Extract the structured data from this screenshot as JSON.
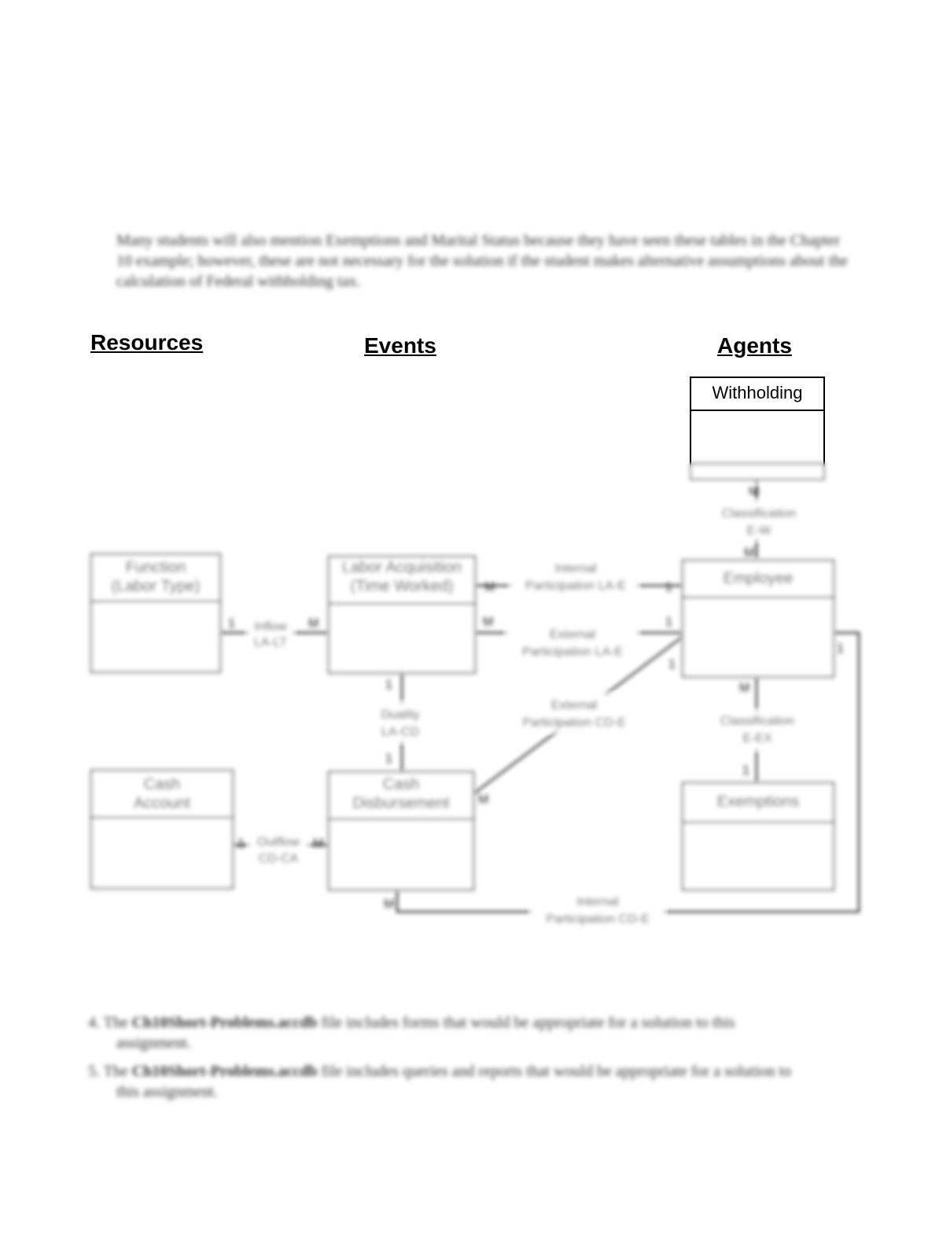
{
  "intro_paragraph": "Many students will also mention Exemptions and Marital Status because they have seen these tables in the Chapter 10 example; however, these are not necessary for the solution if the student makes alternative assumptions about the calculation of Federal withholding tax.",
  "headings": {
    "resources": "Resources",
    "events": "Events",
    "agents": "Agents"
  },
  "entities": {
    "withholding": "Withholding",
    "function_line1": "Function",
    "function_line2": "(Labor Type)",
    "labor_line1": "Labor Acquisition",
    "labor_line2": "(Time Worked)",
    "employee": "Employee",
    "cash_account_line1": "Cash",
    "cash_account_line2": "Account",
    "cash_disb_line1": "Cash",
    "cash_disb_line2": "Disbursement",
    "exemptions": "Exemptions"
  },
  "relationships": {
    "classification_ew_line1": "Classification",
    "classification_ew_line2": "E-W",
    "inflow_line1": "Inflow",
    "inflow_line2": "LA-LT",
    "internal_la_line1": "Internal",
    "internal_la_line2": "Participation LA-E",
    "external_la_line1": "External",
    "external_la_line2": "Participation LA-E",
    "duality_line1": "Duality",
    "duality_line2": "LA-CD",
    "external_cd_line1": "External",
    "external_cd_line2": "Participation CD-E",
    "classification_eex_line1": "Classification",
    "classification_eex_line2": "E-EX",
    "outflow_line1": "Outflow",
    "outflow_line2": "CD-CA",
    "internal_cd_line1": "Internal",
    "internal_cd_line2": "Participation CD-E"
  },
  "cardinalities": {
    "ew_top": "M",
    "ew_bottom": "M",
    "inflow_left": "1",
    "inflow_right": "M",
    "internal_la_left": "M",
    "internal_la_right": "1",
    "external_la_left": "M",
    "external_la_right": "1",
    "duality_top": "1",
    "duality_bottom": "1",
    "external_cd_emp": "1",
    "external_cd_cd": "M",
    "eex_top": "M",
    "eex_bottom": "1",
    "outflow_left": "1",
    "outflow_right": "M",
    "internal_cd_emp": "1",
    "internal_cd_cd": "M"
  },
  "notes": [
    {
      "number": "4.",
      "pre": "The",
      "file": "Ch10Short-Problems.accdb",
      "rest": "file includes forms that would be appropriate for a solution to this",
      "cont": "assignment."
    },
    {
      "number": "5.",
      "pre": "The",
      "file": "Ch10Short-Problems.accdb",
      "rest": "file includes queries and reports that would be appropriate for a solution to",
      "cont": "this assignment."
    }
  ]
}
